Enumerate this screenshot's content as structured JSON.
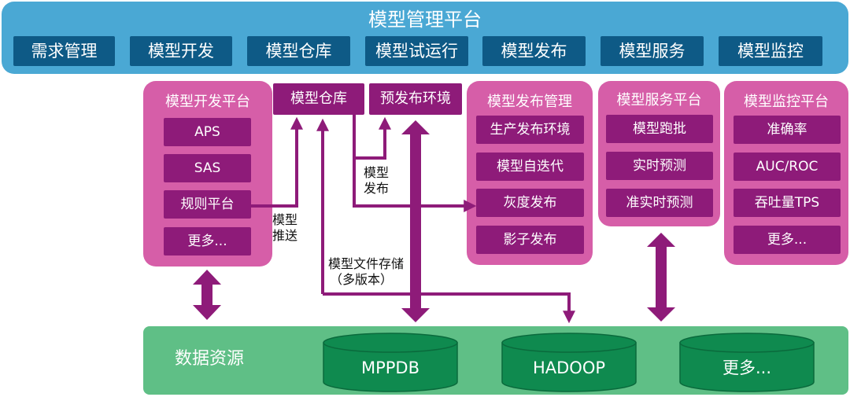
{
  "top": {
    "title": "模型管理平台",
    "modules": [
      "需求管理",
      "模型开发",
      "模型仓库",
      "模型试运行",
      "模型发布",
      "模型服务",
      "模型监控"
    ]
  },
  "dev_platform": {
    "title": "模型开发平台",
    "items": [
      "APS",
      "SAS",
      "规则平台",
      "更多..."
    ]
  },
  "repo_label": "模型仓库",
  "pre_env_label": "预发布环境",
  "release_mgmt": {
    "title": "模型发布管理",
    "items": [
      "生产发布环境",
      "模型自迭代",
      "灰度发布",
      "影子发布"
    ]
  },
  "service_platform": {
    "title": "模型服务平台",
    "items": [
      "模型跑批",
      "实时预测",
      "准实时预测"
    ]
  },
  "monitor_platform": {
    "title": "模型监控平台",
    "items": [
      "准确率",
      "AUC/ROC",
      "吞吐量TPS",
      "更多..."
    ]
  },
  "notes": {
    "push_line1": "模型",
    "push_line2": "推送",
    "release_line1": "模型",
    "release_line2": "发布",
    "storage_line1": "模型文件存储",
    "storage_line2": "（多版本）"
  },
  "data": {
    "title": "数据资源",
    "stores": [
      "MPPDB",
      "HADOOP",
      "更多..."
    ]
  },
  "colors": {
    "top_bar": "#4aa8d4",
    "module_box": "#0e5a86",
    "panel": "#d65ea8",
    "item_box": "#8e1b79",
    "arrow": "#8e1b79",
    "data_bar": "#5fbf86",
    "cylinder": "#0f8a4f"
  }
}
